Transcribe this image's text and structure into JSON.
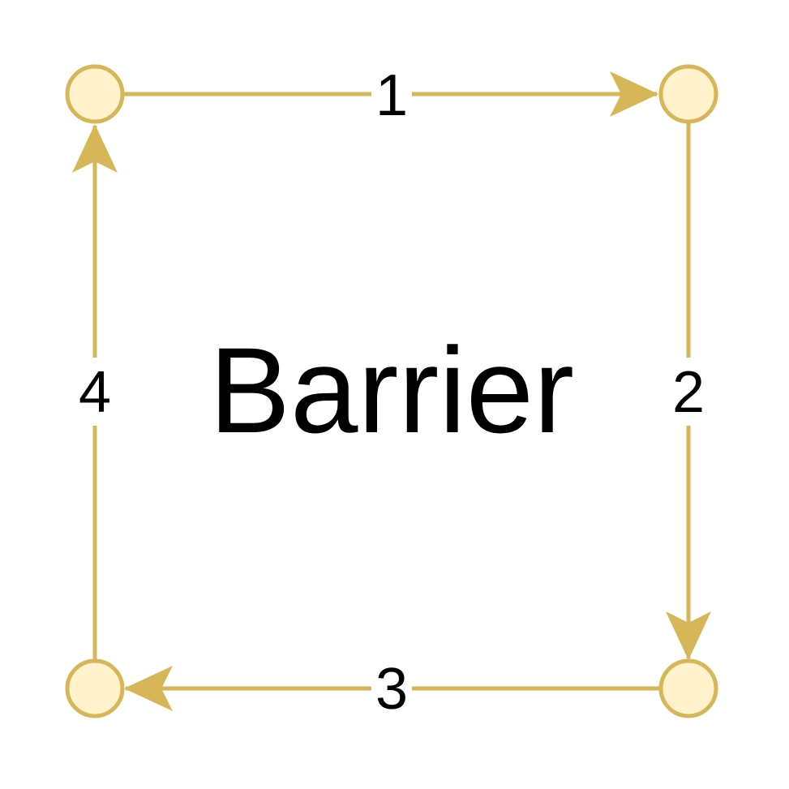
{
  "diagram": {
    "center_label": "Barrier",
    "colors": {
      "stroke": "#d6b656",
      "node_fill": "#fff2cc",
      "text": "#000000",
      "background": "#ffffff"
    },
    "nodes": [
      {
        "id": "top-left"
      },
      {
        "id": "top-right"
      },
      {
        "id": "bottom-right"
      },
      {
        "id": "bottom-left"
      }
    ],
    "edges": [
      {
        "label": "1",
        "from": "top-left",
        "to": "top-right"
      },
      {
        "label": "2",
        "from": "top-right",
        "to": "bottom-right"
      },
      {
        "label": "3",
        "from": "bottom-right",
        "to": "bottom-left"
      },
      {
        "label": "4",
        "from": "bottom-left",
        "to": "top-left"
      }
    ]
  }
}
